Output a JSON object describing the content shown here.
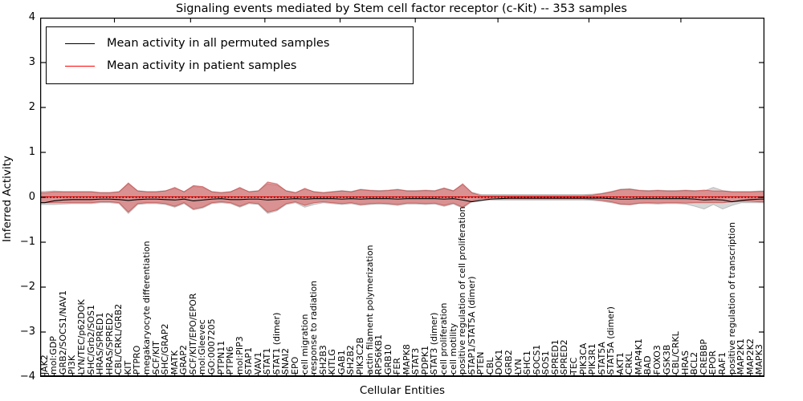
{
  "title": "Signaling events mediated by Stem cell factor receptor (c-Kit) -- 353 samples",
  "axes": {
    "ylabel": "Inferred Activity",
    "xlabel": "Cellular Entities",
    "ytick_labels": [
      "4",
      "3",
      "2",
      "1",
      "0",
      "−1",
      "−2",
      "−3",
      "−4"
    ],
    "ytick_values": [
      4,
      3,
      2,
      1,
      0,
      -1,
      -2,
      -3,
      -4
    ]
  },
  "legend": {
    "items": [
      {
        "label": "Mean activity in all permuted samples",
        "color": "#000000"
      },
      {
        "label": "Mean activity in patient samples",
        "color": "#ff0000"
      }
    ]
  },
  "chart_data": {
    "type": "line",
    "title": "Signaling events mediated by Stem cell factor receptor (c-Kit) -- 353 samples",
    "xlabel": "Cellular Entities",
    "ylabel": "Inferred Activity",
    "ylim": [
      -4,
      4
    ],
    "grid": false,
    "legend_position": "upper left",
    "zero_line": true,
    "categories": [
      "JAK2",
      "mol:GDP",
      "GRB2/SOCS1/NAV1",
      "PI3K",
      "LYN/TEC/p62DOK",
      "SHC/Grb2/SOS1",
      "HRAS/SPRED1",
      "HRAS/SPRED2",
      "CBL/CRKL/GRB2",
      "KIT",
      "PTPRO",
      "megakaryocyte differentiation",
      "SCF/KIT",
      "SHC/GRAP2",
      "MATK",
      "GRAP2",
      "SCF/KIT/EPO/EPOR",
      "mol:Gleevec",
      "GO:0007205",
      "PTPN11",
      "PTPN6",
      "mol:PIP3",
      "STAP1",
      "VAV1",
      "STAT1",
      "STAT1 (dimer)",
      "SNAI2",
      "EPO",
      "cell migration",
      "response to radiation",
      "SH2B3",
      "KITLG",
      "GAB1",
      "SH2B2",
      "PIK3C2B",
      "actin filament polymerization",
      "RPS6KB1",
      "GRB10",
      "FER",
      "MAPK8",
      "STAT3",
      "PDPK1",
      "STAT3 (dimer)",
      "cell proliferation",
      "cell motility",
      "positive regulation of cell proliferation",
      "STAP1/STAT5A (dimer)",
      "PTEN",
      "CBL",
      "DOK1",
      "GRB2",
      "LYN",
      "SHC1",
      "SOCS1",
      "SOS1",
      "SPRED1",
      "SPRED2",
      "TEC",
      "PIK3CA",
      "PIK3R1",
      "STAT5A",
      "STAT5A (dimer)",
      "AKT1",
      "CRKL",
      "MAP4K1",
      "BAD",
      "FOXO3",
      "GSK3B",
      "CBL/CRKL",
      "HRAS",
      "BCL2",
      "CREBBP",
      "EPOR",
      "RAF1",
      "positive regulation of transcription",
      "MAP2K1",
      "MAP2K2",
      "MAPK3"
    ],
    "series": [
      {
        "name": "Mean activity in all permuted samples",
        "color": "#000000",
        "values": [
          -0.12,
          -0.08,
          -0.06,
          -0.05,
          -0.05,
          -0.05,
          -0.04,
          -0.04,
          -0.05,
          -0.07,
          -0.05,
          -0.04,
          -0.04,
          -0.05,
          -0.06,
          -0.04,
          -0.08,
          -0.06,
          -0.04,
          -0.03,
          -0.05,
          -0.05,
          -0.04,
          -0.04,
          -0.06,
          -0.05,
          -0.04,
          -0.03,
          -0.04,
          -0.03,
          -0.03,
          -0.03,
          -0.04,
          -0.03,
          -0.04,
          -0.03,
          -0.03,
          -0.03,
          -0.04,
          -0.03,
          -0.03,
          -0.03,
          -0.03,
          -0.04,
          -0.03,
          -0.06,
          -0.1,
          -0.07,
          -0.04,
          -0.03,
          -0.02,
          -0.02,
          -0.02,
          -0.02,
          -0.02,
          -0.02,
          -0.02,
          -0.02,
          -0.02,
          -0.02,
          -0.02,
          -0.03,
          -0.04,
          -0.04,
          -0.03,
          -0.03,
          -0.03,
          -0.03,
          -0.03,
          -0.03,
          -0.04,
          -0.06,
          -0.05,
          -0.06,
          -0.1,
          -0.07,
          -0.05,
          -0.04
        ]
      },
      {
        "name": "Mean activity in patient samples",
        "color": "#ff0000",
        "values": [
          0.01,
          0.01,
          0.01,
          0.01,
          0.01,
          0.01,
          0.01,
          0.01,
          0.01,
          0.01,
          0.01,
          0.01,
          0.01,
          0.01,
          0.01,
          0.01,
          0.01,
          0.01,
          0.01,
          0.01,
          0.01,
          0.01,
          0.01,
          0.01,
          0.01,
          0.01,
          0.01,
          0.01,
          0.01,
          0.01,
          0.01,
          0.01,
          0.01,
          0.01,
          0.01,
          0.01,
          0.01,
          0.01,
          0.01,
          0.01,
          0.01,
          0.01,
          0.01,
          0.01,
          0.01,
          0.01,
          0.01,
          0.01,
          0.01,
          0.01,
          0.01,
          0.01,
          0.01,
          0.01,
          0.01,
          0.01,
          0.01,
          0.01,
          0.01,
          0.01,
          0.01,
          0.01,
          0.01,
          0.01,
          0.01,
          0.01,
          0.01,
          0.01,
          0.01,
          0.01,
          0.01,
          0.01,
          0.01,
          0.01,
          0.01,
          0.01,
          0.01,
          0.01
        ]
      }
    ],
    "bands": [
      {
        "name": "permuted-samples-band",
        "fill": "rgba(130,130,130,0.32)",
        "edge": "rgba(130,130,130,0.45)",
        "upper": [
          0.13,
          0.14,
          0.13,
          0.13,
          0.13,
          0.13,
          0.11,
          0.11,
          0.13,
          0.3,
          0.15,
          0.13,
          0.13,
          0.15,
          0.2,
          0.13,
          0.24,
          0.22,
          0.13,
          0.11,
          0.13,
          0.2,
          0.13,
          0.15,
          0.3,
          0.27,
          0.15,
          0.11,
          0.18,
          0.13,
          0.11,
          0.13,
          0.15,
          0.13,
          0.18,
          0.16,
          0.15,
          0.16,
          0.18,
          0.15,
          0.15,
          0.16,
          0.15,
          0.21,
          0.15,
          0.28,
          0.11,
          0.06,
          0.06,
          0.06,
          0.06,
          0.06,
          0.06,
          0.06,
          0.06,
          0.06,
          0.06,
          0.06,
          0.06,
          0.07,
          0.09,
          0.13,
          0.18,
          0.19,
          0.16,
          0.15,
          0.16,
          0.15,
          0.15,
          0.16,
          0.15,
          0.14,
          0.22,
          0.15,
          0.13,
          0.13,
          0.13,
          0.14
        ],
        "lower": [
          -0.16,
          -0.16,
          -0.15,
          -0.14,
          -0.14,
          -0.14,
          -0.12,
          -0.12,
          -0.14,
          -0.36,
          -0.16,
          -0.14,
          -0.14,
          -0.16,
          -0.22,
          -0.14,
          -0.28,
          -0.24,
          -0.14,
          -0.12,
          -0.14,
          -0.22,
          -0.14,
          -0.16,
          -0.36,
          -0.3,
          -0.16,
          -0.12,
          -0.22,
          -0.16,
          -0.12,
          -0.14,
          -0.16,
          -0.14,
          -0.18,
          -0.16,
          -0.15,
          -0.16,
          -0.18,
          -0.15,
          -0.15,
          -0.16,
          -0.15,
          -0.2,
          -0.15,
          -0.24,
          -0.1,
          -0.06,
          -0.06,
          -0.06,
          -0.06,
          -0.06,
          -0.06,
          -0.06,
          -0.06,
          -0.06,
          -0.06,
          -0.06,
          -0.06,
          -0.07,
          -0.09,
          -0.12,
          -0.16,
          -0.17,
          -0.14,
          -0.14,
          -0.15,
          -0.14,
          -0.14,
          -0.15,
          -0.2,
          -0.26,
          -0.16,
          -0.26,
          -0.18,
          -0.12,
          -0.12,
          -0.12
        ]
      },
      {
        "name": "patient-samples-band",
        "fill": "rgba(219,59,59,0.45)",
        "edge": "rgba(190,40,40,0.55)",
        "upper": [
          0.1,
          0.12,
          0.12,
          0.12,
          0.12,
          0.12,
          0.1,
          0.1,
          0.12,
          0.32,
          0.14,
          0.12,
          0.12,
          0.14,
          0.22,
          0.12,
          0.26,
          0.24,
          0.12,
          0.1,
          0.12,
          0.22,
          0.12,
          0.14,
          0.34,
          0.3,
          0.14,
          0.1,
          0.2,
          0.12,
          0.1,
          0.12,
          0.14,
          0.12,
          0.17,
          0.15,
          0.14,
          0.15,
          0.17,
          0.14,
          0.14,
          0.15,
          0.14,
          0.2,
          0.14,
          0.3,
          0.1,
          0.035,
          0.035,
          0.035,
          0.035,
          0.035,
          0.035,
          0.035,
          0.035,
          0.035,
          0.035,
          0.035,
          0.035,
          0.05,
          0.08,
          0.12,
          0.17,
          0.18,
          0.15,
          0.14,
          0.15,
          0.14,
          0.14,
          0.15,
          0.14,
          0.16,
          0.14,
          0.14,
          0.12,
          0.12,
          0.12,
          0.13
        ],
        "lower": [
          -0.12,
          -0.12,
          -0.12,
          -0.12,
          -0.12,
          -0.12,
          -0.1,
          -0.1,
          -0.12,
          -0.33,
          -0.14,
          -0.12,
          -0.12,
          -0.14,
          -0.2,
          -0.12,
          -0.26,
          -0.22,
          -0.12,
          -0.1,
          -0.12,
          -0.2,
          -0.12,
          -0.14,
          -0.33,
          -0.28,
          -0.14,
          -0.1,
          -0.18,
          -0.12,
          -0.1,
          -0.12,
          -0.14,
          -0.12,
          -0.16,
          -0.14,
          -0.13,
          -0.14,
          -0.16,
          -0.13,
          -0.13,
          -0.14,
          -0.13,
          -0.18,
          -0.13,
          -0.22,
          -0.08,
          -0.035,
          -0.035,
          -0.035,
          -0.035,
          -0.035,
          -0.035,
          -0.035,
          -0.035,
          -0.035,
          -0.035,
          -0.035,
          -0.035,
          -0.05,
          -0.07,
          -0.1,
          -0.15,
          -0.16,
          -0.13,
          -0.12,
          -0.13,
          -0.12,
          -0.12,
          -0.13,
          -0.12,
          -0.12,
          -0.12,
          -0.12,
          -0.1,
          -0.09,
          -0.09,
          -0.1
        ]
      }
    ],
    "top_ticks_entity_units": [
      8.0,
      16.2,
      24.2,
      32.3,
      40.4,
      49.3,
      59.1,
      69.0
    ]
  }
}
